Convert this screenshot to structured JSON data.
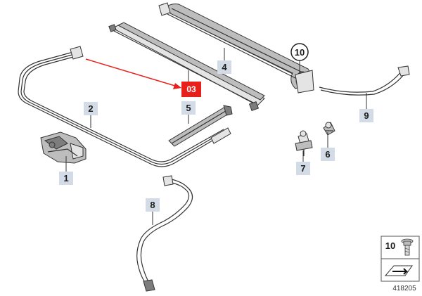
{
  "labels": {
    "p1": "1",
    "p2": "2",
    "p4": "4",
    "p5": "5",
    "p6": "6",
    "p7": "7",
    "p8": "8",
    "p9": "9",
    "p10": "10",
    "highlight": "03",
    "legend_num": "10"
  },
  "diagram_id": "418205",
  "colors": {
    "highlight": "#e8201c",
    "label_box": "#d3dbe6",
    "part_fill": "#bdbdbd",
    "outline": "#333333"
  },
  "icons": {
    "legend_part": "screw-bolt-icon",
    "legend_arrow": "wrench-arrow-icon"
  }
}
